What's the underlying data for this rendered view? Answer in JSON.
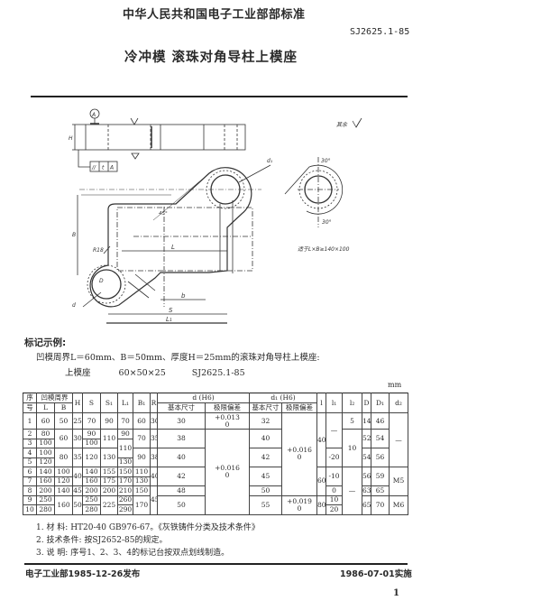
{
  "header": {
    "org_title": "中华人民共和国电子工业部部标准",
    "standard_code": "SJ2625.1-85",
    "doc_title": "冷冲模  滚珠对角导柱上模座"
  },
  "drawing": {
    "datum_label": "A",
    "tolerance_frame": [
      "//",
      "t",
      "A"
    ],
    "roughness_note": "其余",
    "dims": {
      "H": "H",
      "L": "L",
      "S": "S",
      "L1": "L₁",
      "b": "b",
      "B": "B",
      "R": "R18",
      "d": "d",
      "d1": "d₁",
      "D": "D",
      "angle_top": "30°",
      "angle_bottom": "30°",
      "angle_45": "45°",
      "r_label": "R"
    },
    "applicability_note": "适于L×B≥140×100"
  },
  "marking_example": {
    "heading": "标记示例:",
    "line1": "凹模周界L＝60mm、B＝50mm、厚度H＝25mm的滚珠对角导柱上模座:",
    "part_name": "上模座",
    "part_size": "60×50×25",
    "part_code": "SJ2625.1-85"
  },
  "table": {
    "unit": "mm",
    "headers": {
      "seq_top": "序",
      "seq_bottom": "号",
      "perimeter": "凹模周界",
      "L": "L",
      "B": "B",
      "H": "H",
      "S": "S",
      "S1": "S₁",
      "L1": "L₁",
      "B1": "B₁",
      "R": "R",
      "d": "d (H6)",
      "d1": "d₁ (H6)",
      "basic": "基本尺寸",
      "deviation": "极限偏差",
      "l": "l",
      "l1": "l₁",
      "l2": "l₂",
      "D": "D",
      "D1": "D₁",
      "d2": "d₂"
    },
    "columns": {
      "seq": [
        "1",
        "2",
        "3",
        "4",
        "5",
        "6",
        "7",
        "8",
        "9",
        "10"
      ],
      "L": [
        "60",
        "80",
        "100",
        "100",
        "120",
        "140",
        "160",
        "200",
        "250",
        "280"
      ],
      "B": [
        "50",
        "60",
        "80",
        "100",
        "120",
        "140",
        "160"
      ],
      "H": [
        "25",
        "30",
        "35",
        "40",
        "45",
        "50"
      ],
      "S": [
        "70",
        "90",
        "100",
        "120",
        "140",
        "160",
        "200",
        "250",
        "280"
      ],
      "S1": [
        "90",
        "110",
        "130",
        "155",
        "175",
        "200",
        "225"
      ],
      "L1": [
        "70",
        "90",
        "110",
        "130",
        "150",
        "170",
        "210",
        "260",
        "290"
      ],
      "B1": [
        "60",
        "70",
        "90",
        "110",
        "130",
        "150",
        "170"
      ],
      "R": [
        "30",
        "35",
        "38",
        "40",
        "45"
      ],
      "d": [
        "30",
        "38",
        "40",
        "42",
        "48",
        "50"
      ],
      "d_dev": [
        [
          "+0.013",
          "0"
        ],
        [
          "+0.016",
          "0"
        ]
      ],
      "d1": [
        "32",
        "40",
        "42",
        "45",
        "50",
        "55"
      ],
      "d1_dev": [
        [
          "+0.016",
          "0"
        ],
        [
          "+0.019",
          "0"
        ]
      ],
      "l": [
        "40",
        "60",
        "80"
      ],
      "l1": [
        "—",
        "-20",
        "-10",
        "0",
        "10",
        "20"
      ],
      "l2": [
        "5",
        "10",
        "—"
      ],
      "D": [
        "14",
        "52",
        "54",
        "56",
        "63",
        "65"
      ],
      "D1": [
        "46",
        "54",
        "56",
        "59",
        "65",
        "70"
      ],
      "d2": [
        "—",
        "M5",
        "M6"
      ]
    }
  },
  "notes": [
    "1. 材    料: HT20-40  GB976-67。《灰铁铸件分类及技术条件》",
    "2. 技术条件: 按SJ2652-85的规定。",
    "3. 说    明: 序号1、2、3、4的标记台按双点划线制造。"
  ],
  "footer": {
    "issued": "电子工业部1985-12-26发布",
    "effective": "1986-07-01实施",
    "page": "1"
  }
}
